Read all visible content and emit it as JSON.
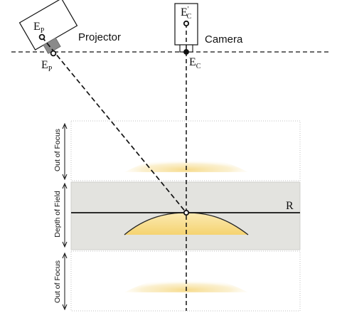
{
  "labels": {
    "projector": "Projector",
    "camera": "Camera",
    "ep_main": "E",
    "ep_sub": "P",
    "ep_prime_main": "E",
    "ep_prime_sub": "P",
    "ec_prime_main": "E",
    "ec_prime_sup": "'",
    "ec_prime_sub": "C",
    "ec_main": "E",
    "ec_sub": "C",
    "reference": "R",
    "out_of_focus_top": "Out of Focus",
    "depth_of_field": "Depth of Field",
    "out_of_focus_bottom": "Out of Focus"
  },
  "colors": {
    "stroke": "#111111",
    "depth_band": "#e2e2de",
    "blur_yellow": "#f3d98a",
    "shadow": "#888888",
    "dotted_border": "#b8b8b8"
  }
}
